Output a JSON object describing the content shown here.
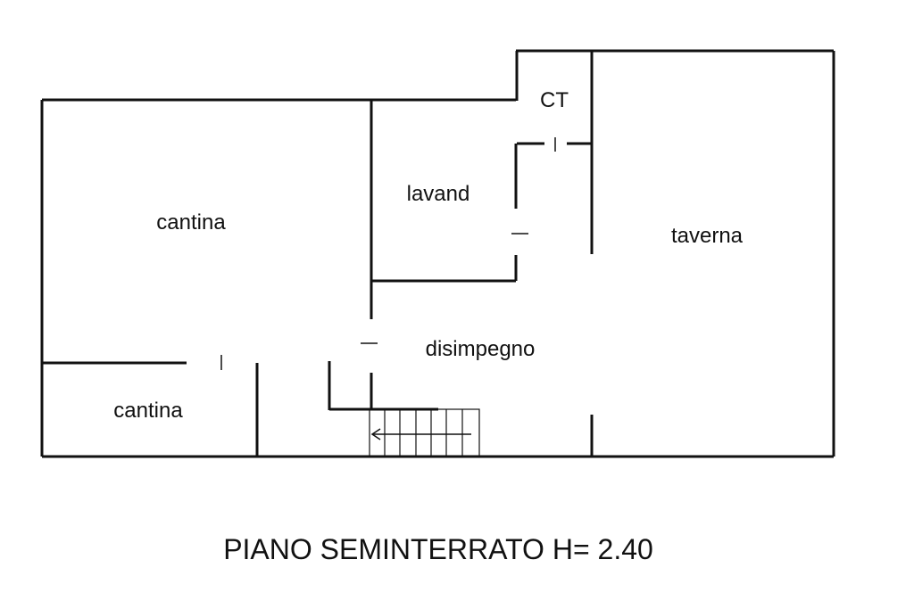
{
  "rooms": {
    "cantina_main": "cantina",
    "cantina_small": "cantina",
    "lavand": "lavand",
    "ct": "CT",
    "taverna": "taverna",
    "disimpegno": "disimpegno"
  },
  "title": "PIANO SEMINTERRATO H= 2.40",
  "colors": {
    "wall": "#111111",
    "background": "#ffffff"
  },
  "stair": {
    "arrow_direction": "left",
    "tread_count": 7
  }
}
